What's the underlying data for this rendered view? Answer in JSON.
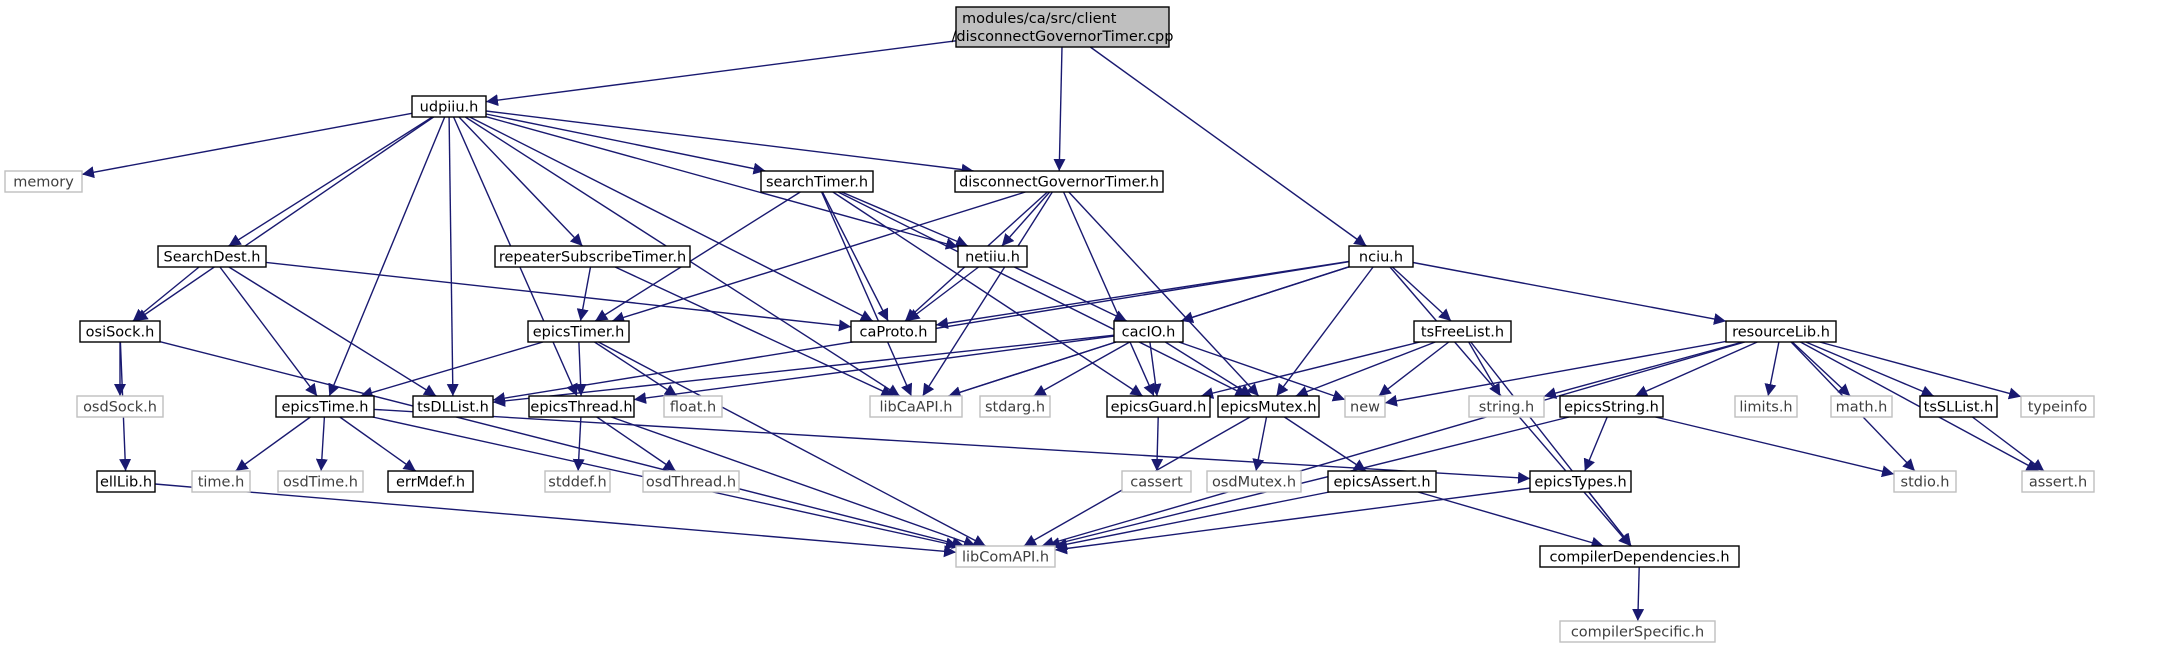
{
  "graph": {
    "colors": {
      "edge": "#191970",
      "root_fill": "#bfbfbf",
      "node_border": "#000000",
      "external_border": "#bfbfbf",
      "text": "#000000",
      "external_text": "#000000"
    },
    "nodes": [
      {
        "id": "root",
        "label": "modules/ca/src/client",
        "label2": "/disconnectGovernorTimer.cpp",
        "kind": "root"
      },
      {
        "id": "udpiiu",
        "label": "udpiiu.h",
        "kind": "local"
      },
      {
        "id": "memory",
        "label": "memory",
        "kind": "external"
      },
      {
        "id": "searchTimer",
        "label": "searchTimer.h",
        "kind": "local"
      },
      {
        "id": "disconnectGovernorTimer",
        "label": "disconnectGovernorTimer.h",
        "kind": "local"
      },
      {
        "id": "nciu",
        "label": "nciu.h",
        "kind": "local"
      },
      {
        "id": "SearchDest",
        "label": "SearchDest.h",
        "kind": "local"
      },
      {
        "id": "repeaterSubscribeTimer",
        "label": "repeaterSubscribeTimer.h",
        "kind": "local"
      },
      {
        "id": "netiiu",
        "label": "netiiu.h",
        "kind": "local"
      },
      {
        "id": "osiSock",
        "label": "osiSock.h",
        "kind": "local"
      },
      {
        "id": "epicsTimer",
        "label": "epicsTimer.h",
        "kind": "local"
      },
      {
        "id": "caProto",
        "label": "caProto.h",
        "kind": "local"
      },
      {
        "id": "cacIO",
        "label": "cacIO.h",
        "kind": "local"
      },
      {
        "id": "tsFreeList",
        "label": "tsFreeList.h",
        "kind": "local"
      },
      {
        "id": "resourceLib",
        "label": "resourceLib.h",
        "kind": "local"
      },
      {
        "id": "osdSock",
        "label": "osdSock.h",
        "kind": "external"
      },
      {
        "id": "epicsTime",
        "label": "epicsTime.h",
        "kind": "local"
      },
      {
        "id": "tsDLList",
        "label": "tsDLList.h",
        "kind": "local"
      },
      {
        "id": "epicsThread",
        "label": "epicsThread.h",
        "kind": "local"
      },
      {
        "id": "float",
        "label": "float.h",
        "kind": "external"
      },
      {
        "id": "libCaAPI",
        "label": "libCaAPI.h",
        "kind": "external"
      },
      {
        "id": "stdarg",
        "label": "stdarg.h",
        "kind": "external"
      },
      {
        "id": "epicsGuard",
        "label": "epicsGuard.h",
        "kind": "local"
      },
      {
        "id": "epicsMutex",
        "label": "epicsMutex.h",
        "kind": "local"
      },
      {
        "id": "new",
        "label": "new",
        "kind": "external"
      },
      {
        "id": "string",
        "label": "string.h",
        "kind": "external"
      },
      {
        "id": "epicsString",
        "label": "epicsString.h",
        "kind": "local"
      },
      {
        "id": "limits",
        "label": "limits.h",
        "kind": "external"
      },
      {
        "id": "math",
        "label": "math.h",
        "kind": "external"
      },
      {
        "id": "tsSLList",
        "label": "tsSLList.h",
        "kind": "local"
      },
      {
        "id": "typeinfo",
        "label": "typeinfo",
        "kind": "external"
      },
      {
        "id": "ellLib",
        "label": "ellLib.h",
        "kind": "local"
      },
      {
        "id": "time",
        "label": "time.h",
        "kind": "external"
      },
      {
        "id": "osdTime",
        "label": "osdTime.h",
        "kind": "external"
      },
      {
        "id": "errMdef",
        "label": "errMdef.h",
        "kind": "local"
      },
      {
        "id": "stddef",
        "label": "stddef.h",
        "kind": "external"
      },
      {
        "id": "osdThread",
        "label": "osdThread.h",
        "kind": "external"
      },
      {
        "id": "cassert",
        "label": "cassert",
        "kind": "external"
      },
      {
        "id": "osdMutex",
        "label": "osdMutex.h",
        "kind": "external"
      },
      {
        "id": "epicsAssert",
        "label": "epicsAssert.h",
        "kind": "local"
      },
      {
        "id": "epicsTypes",
        "label": "epicsTypes.h",
        "kind": "local"
      },
      {
        "id": "stdio",
        "label": "stdio.h",
        "kind": "external"
      },
      {
        "id": "assert",
        "label": "assert.h",
        "kind": "external"
      },
      {
        "id": "libComAPI",
        "label": "libComAPI.h",
        "kind": "external"
      },
      {
        "id": "compilerDependencies",
        "label": "compilerDependencies.h",
        "kind": "local"
      },
      {
        "id": "compilerSpecific",
        "label": "compilerSpecific.h",
        "kind": "external"
      }
    ],
    "edges": [
      [
        "root",
        "udpiiu"
      ],
      [
        "root",
        "disconnectGovernorTimer"
      ],
      [
        "root",
        "nciu"
      ],
      [
        "udpiiu",
        "memory"
      ],
      [
        "udpiiu",
        "searchTimer"
      ],
      [
        "udpiiu",
        "disconnectGovernorTimer"
      ],
      [
        "udpiiu",
        "SearchDest"
      ],
      [
        "udpiiu",
        "repeaterSubscribeTimer"
      ],
      [
        "udpiiu",
        "netiiu"
      ],
      [
        "udpiiu",
        "osiSock"
      ],
      [
        "udpiiu",
        "epicsTime"
      ],
      [
        "udpiiu",
        "tsDLList"
      ],
      [
        "udpiiu",
        "epicsThread"
      ],
      [
        "udpiiu",
        "libCaAPI"
      ],
      [
        "udpiiu",
        "caProto"
      ],
      [
        "searchTimer",
        "epicsTimer"
      ],
      [
        "searchTimer",
        "netiiu"
      ],
      [
        "searchTimer",
        "caProto"
      ],
      [
        "searchTimer",
        "libCaAPI"
      ],
      [
        "searchTimer",
        "epicsGuard"
      ],
      [
        "searchTimer",
        "epicsMutex"
      ],
      [
        "disconnectGovernorTimer",
        "epicsTimer"
      ],
      [
        "disconnectGovernorTimer",
        "netiiu"
      ],
      [
        "disconnectGovernorTimer",
        "caProto"
      ],
      [
        "disconnectGovernorTimer",
        "libCaAPI"
      ],
      [
        "disconnectGovernorTimer",
        "epicsGuard"
      ],
      [
        "disconnectGovernorTimer",
        "epicsMutex"
      ],
      [
        "nciu",
        "caProto"
      ],
      [
        "nciu",
        "cacIO"
      ],
      [
        "nciu",
        "tsFreeList"
      ],
      [
        "nciu",
        "resourceLib"
      ],
      [
        "nciu",
        "tsDLList"
      ],
      [
        "nciu",
        "libCaAPI"
      ],
      [
        "nciu",
        "epicsMutex"
      ],
      [
        "nciu",
        "compilerDependencies"
      ],
      [
        "SearchDest",
        "osiSock"
      ],
      [
        "SearchDest",
        "epicsTime"
      ],
      [
        "SearchDest",
        "tsDLList"
      ],
      [
        "SearchDest",
        "caProto"
      ],
      [
        "repeaterSubscribeTimer",
        "epicsTimer"
      ],
      [
        "repeaterSubscribeTimer",
        "libCaAPI"
      ],
      [
        "netiiu",
        "caProto"
      ],
      [
        "netiiu",
        "cacIO"
      ],
      [
        "osiSock",
        "osdSock"
      ],
      [
        "osiSock",
        "ellLib"
      ],
      [
        "osiSock",
        "libComAPI"
      ],
      [
        "epicsTimer",
        "epicsTime"
      ],
      [
        "epicsTimer",
        "epicsThread"
      ],
      [
        "epicsTimer",
        "float"
      ],
      [
        "epicsTimer",
        "libComAPI"
      ],
      [
        "cacIO",
        "tsDLList"
      ],
      [
        "cacIO",
        "epicsThread"
      ],
      [
        "cacIO",
        "libCaAPI"
      ],
      [
        "cacIO",
        "stdarg"
      ],
      [
        "cacIO",
        "epicsGuard"
      ],
      [
        "cacIO",
        "epicsMutex"
      ],
      [
        "cacIO",
        "new"
      ],
      [
        "tsFreeList",
        "epicsGuard"
      ],
      [
        "tsFreeList",
        "epicsMutex"
      ],
      [
        "tsFreeList",
        "new"
      ],
      [
        "tsFreeList",
        "string"
      ],
      [
        "tsFreeList",
        "compilerDependencies"
      ],
      [
        "resourceLib",
        "new"
      ],
      [
        "resourceLib",
        "string"
      ],
      [
        "resourceLib",
        "epicsString"
      ],
      [
        "resourceLib",
        "limits"
      ],
      [
        "resourceLib",
        "math"
      ],
      [
        "resourceLib",
        "tsSLList"
      ],
      [
        "resourceLib",
        "typeinfo"
      ],
      [
        "resourceLib",
        "stdio"
      ],
      [
        "resourceLib",
        "assert"
      ],
      [
        "resourceLib",
        "libComAPI"
      ],
      [
        "epicsTime",
        "time"
      ],
      [
        "epicsTime",
        "osdTime"
      ],
      [
        "epicsTime",
        "errMdef"
      ],
      [
        "epicsTime",
        "epicsTypes"
      ],
      [
        "epicsTime",
        "libComAPI"
      ],
      [
        "epicsThread",
        "stddef"
      ],
      [
        "epicsThread",
        "osdThread"
      ],
      [
        "epicsThread",
        "libComAPI"
      ],
      [
        "epicsGuard",
        "cassert"
      ],
      [
        "epicsMutex",
        "osdMutex"
      ],
      [
        "epicsMutex",
        "epicsAssert"
      ],
      [
        "epicsMutex",
        "libComAPI"
      ],
      [
        "epicsString",
        "epicsTypes"
      ],
      [
        "epicsString",
        "stdio"
      ],
      [
        "epicsString",
        "libComAPI"
      ],
      [
        "tsSLList",
        "assert"
      ],
      [
        "ellLib",
        "libComAPI"
      ],
      [
        "epicsAssert",
        "libComAPI"
      ],
      [
        "epicsAssert",
        "compilerDependencies"
      ],
      [
        "epicsTypes",
        "libComAPI"
      ],
      [
        "epicsTypes",
        "compilerDependencies"
      ],
      [
        "compilerDependencies",
        "compilerSpecific"
      ]
    ]
  }
}
